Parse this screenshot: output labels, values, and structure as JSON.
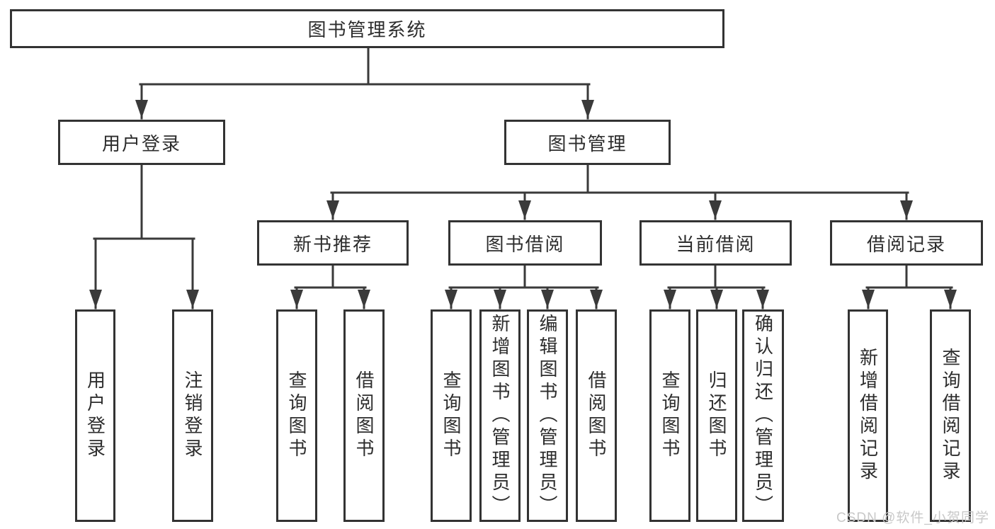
{
  "tree": {
    "root": {
      "label": "图书管理系统"
    },
    "children": [
      {
        "label": "用户登录",
        "children": [
          {
            "label": "用户登录"
          },
          {
            "label": "注销登录"
          }
        ]
      },
      {
        "label": "图书管理",
        "children": [
          {
            "label": "新书推荐",
            "children": [
              {
                "label": "查询图书"
              },
              {
                "label": "借阅图书"
              }
            ]
          },
          {
            "label": "图书借阅",
            "children": [
              {
                "label": "查询图书"
              },
              {
                "label": "新增图书（管理员）"
              },
              {
                "label": "编辑图书（管理员）"
              },
              {
                "label": "借阅图书"
              }
            ]
          },
          {
            "label": "当前借阅",
            "children": [
              {
                "label": "查询图书"
              },
              {
                "label": "归还图书"
              },
              {
                "label": "确认归还（管理员）"
              }
            ]
          },
          {
            "label": "借阅记录",
            "children": [
              {
                "label": "新增借阅记录"
              },
              {
                "label": "查询借阅记录"
              }
            ]
          }
        ]
      }
    ]
  },
  "watermark": {
    "text": "CSDN @软件_小贺同学"
  },
  "colors": {
    "line": "#3a3a3a",
    "box_border": "#333333",
    "text": "#2d2d2d",
    "watermark": "#c8c8c8",
    "background": "#ffffff"
  }
}
